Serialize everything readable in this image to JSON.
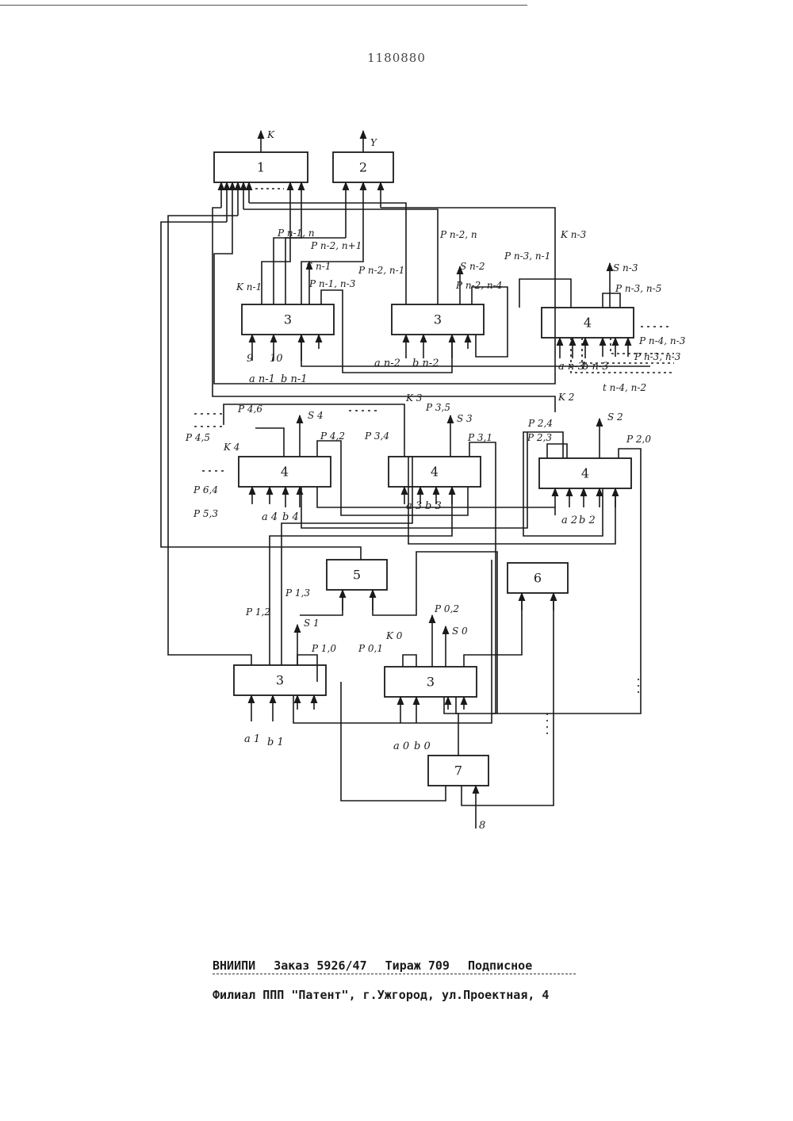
{
  "header": {
    "patent_number": "1180880"
  },
  "outputs": {
    "k": "K",
    "y": "Y"
  },
  "blocks": {
    "b1": "1",
    "b2": "2",
    "r1_a": "3",
    "r1_b": "3",
    "r1_c": "4",
    "r2_a": "4",
    "r2_b": "4",
    "r2_c": "4",
    "b5": "5",
    "b6": "6",
    "r3_a": "3",
    "r3_b": "3",
    "b7": "7"
  },
  "signals": {
    "p_n1_n": "P n-1, n",
    "p_n2_n1": "P n-2, n+1",
    "s_n1": "S n-1",
    "k_n1": "K n-1",
    "p_n1_n3": "P n-1, n-3",
    "p_n2_n": "P n-2, n",
    "p_n2_n1b": "P n-2, n-1",
    "s_n2": "S n-2",
    "p_n2_n4": "P n-2, n-4",
    "k_n3": "K n-3",
    "p_n3_n1": "P n-3, n-1",
    "s_n3": "S n-3",
    "p_n3_n5": "P n-3, n-5",
    "p_n4_n3": "P n-4, n-3",
    "p_n3_n3": "P n-3, n-3",
    "t_n4_n2": "t n-4, n-2",
    "k_3": "K 3",
    "k_2": "K 2",
    "p_46": "P 4,6",
    "s_4": "S 4",
    "p_35": "P 3,5",
    "s_3": "S 3",
    "p_24": "P 2,4",
    "s_2": "S 2",
    "p_45": "P 4,5",
    "k_4": "K 4",
    "p_42": "P 4,2",
    "p_34": "P 3,4",
    "p_31": "P 3,1",
    "p_23": "P 2,3",
    "p_20": "P 2,0",
    "p_64": "P 6,4",
    "p_53": "P 5,3",
    "p_12": "P 1,2",
    "p_13": "P 1,3",
    "s_1": "S 1",
    "p_10": "P 1,0",
    "p_01": "P 0,1",
    "k_0": "K 0",
    "p_02": "P 0,2",
    "s_0": "S 0",
    "in_8": "8",
    "in_9": "9",
    "in_10": "10"
  },
  "inputs": {
    "a_n1": "a n-1",
    "b_n1": "b n-1",
    "a_n2": "a n-2",
    "b_n2": "b n-2",
    "a_n3": "a n-3",
    "b_n3": "b n-3",
    "a_4": "a 4",
    "b_4": "b 4",
    "a_3": "a 3",
    "b_3": "b 3",
    "a_2": "a 2",
    "b_2": "b 2",
    "a_1": "a 1",
    "b_1": "b 1",
    "a_0": "a 0",
    "b_0": "b 0"
  },
  "imprint": {
    "org": "ВНИИПИ",
    "order": "Заказ 5926/47",
    "circulation": "Тираж 709",
    "type": "Подписное",
    "branch": "Филиал ППП \"Патент\", г.Ужгород, ул.Проектная, 4"
  }
}
